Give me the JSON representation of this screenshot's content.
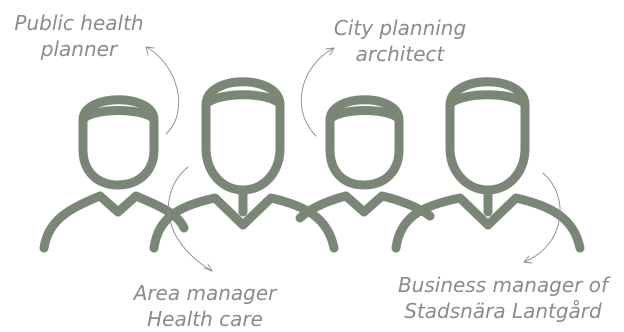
{
  "figure_color": "#7a8676",
  "arrow_color": "#8a8a8a",
  "label_color": "#8b8b8b",
  "people": [
    {
      "id": "public-health-planner",
      "lines": [
        "Public health",
        "planner"
      ]
    },
    {
      "id": "area-manager",
      "lines": [
        "Area manager",
        "Health care"
      ]
    },
    {
      "id": "city-planning-architect",
      "lines": [
        "City planning",
        "architect"
      ]
    },
    {
      "id": "business-manager",
      "lines": [
        "Business manager of",
        "Stadsnära Lantgård"
      ]
    }
  ]
}
